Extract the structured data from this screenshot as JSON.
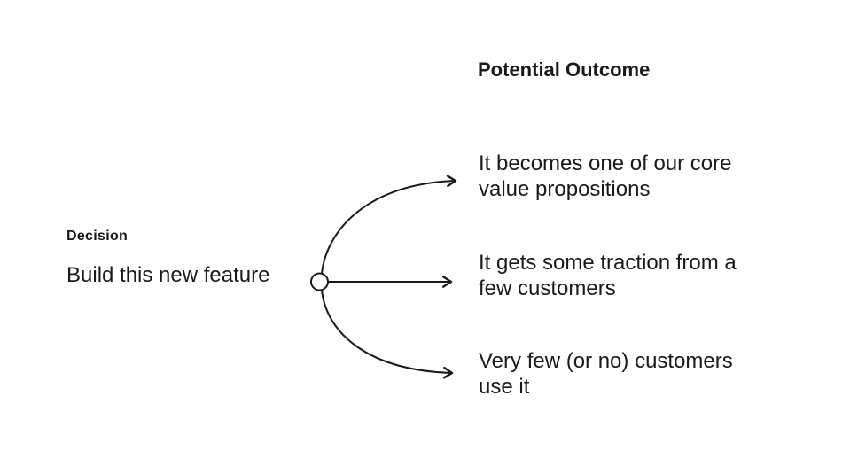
{
  "colors": {
    "background": "#ffffff",
    "text": "#1a1a1a",
    "line": "#1a1a1a"
  },
  "decision": {
    "label": "Decision",
    "name": "Build this new feature"
  },
  "outcome_header": "Potential Outcome",
  "outcomes": [
    {
      "lines": [
        "It becomes one of our core",
        "value propositions"
      ]
    },
    {
      "lines": [
        "It gets some traction from a",
        "few customers"
      ]
    },
    {
      "lines": [
        "Very few (or no) customers",
        "use it"
      ]
    }
  ]
}
